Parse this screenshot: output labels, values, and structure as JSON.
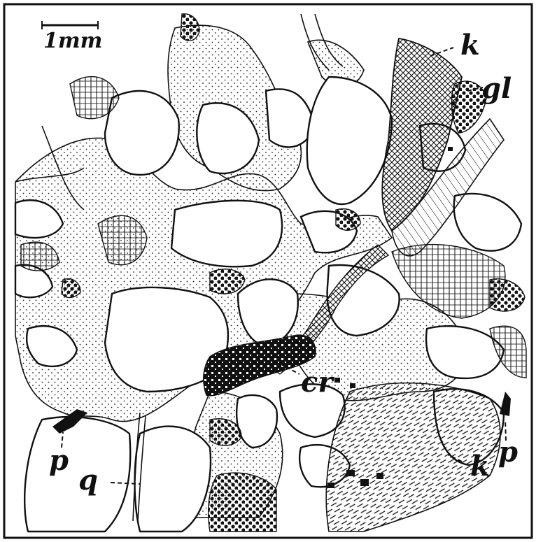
{
  "scale_bar": {
    "label": "1mm"
  },
  "labels": {
    "k_top": "k",
    "gl": "gl",
    "cr": "cr",
    "p_left": "p",
    "p_right": "p",
    "q": "q",
    "k_bottom": "k"
  },
  "colors": {
    "ink": "#111111",
    "paper": "#ffffff"
  }
}
